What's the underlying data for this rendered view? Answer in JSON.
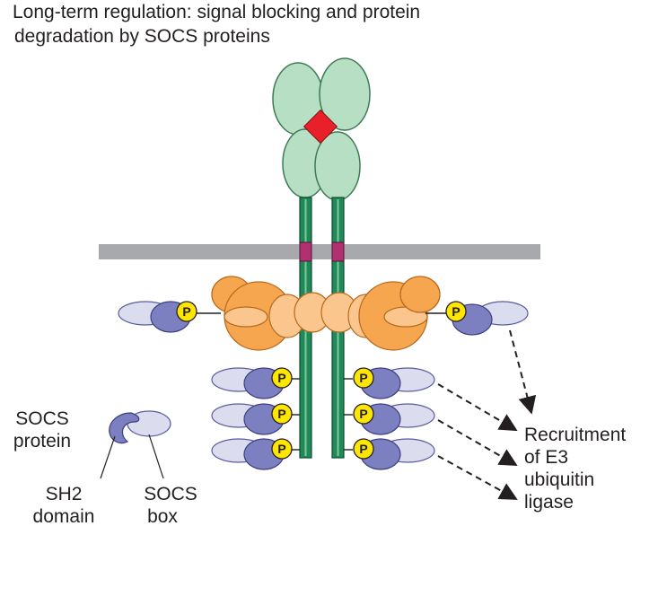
{
  "title": {
    "line1": "Long-term regulation: signal blocking and protein",
    "line2": "degradation by SOCS proteins"
  },
  "labels": {
    "socs_protein_line1": "SOCS",
    "socs_protein_line2": "protein",
    "sh2_line1": "SH2",
    "sh2_line2": "domain",
    "socs_box_line1": "SOCS",
    "socs_box_line2": "box",
    "recruit_line1": "Recruitment",
    "recruit_line2": "of E3",
    "recruit_line3": "ubiquitin",
    "recruit_line4": "ligase"
  },
  "phospho_symbol": "P",
  "colors": {
    "receptor_green": "#b6dfc3",
    "receptor_stroke": "#3f7a55",
    "ligand_red": "#e8202a",
    "stalk_green": "#1f8a57",
    "membrane_gray": "#a7a9ac",
    "tm_magenta": "#b1306f",
    "jak_orange": "#f7a650",
    "jak_light": "#fbc58e",
    "sh2_blue": "#7c7fc0",
    "socs_box_lavender": "#dcdcef",
    "phospho_yellow": "#ffe600"
  }
}
